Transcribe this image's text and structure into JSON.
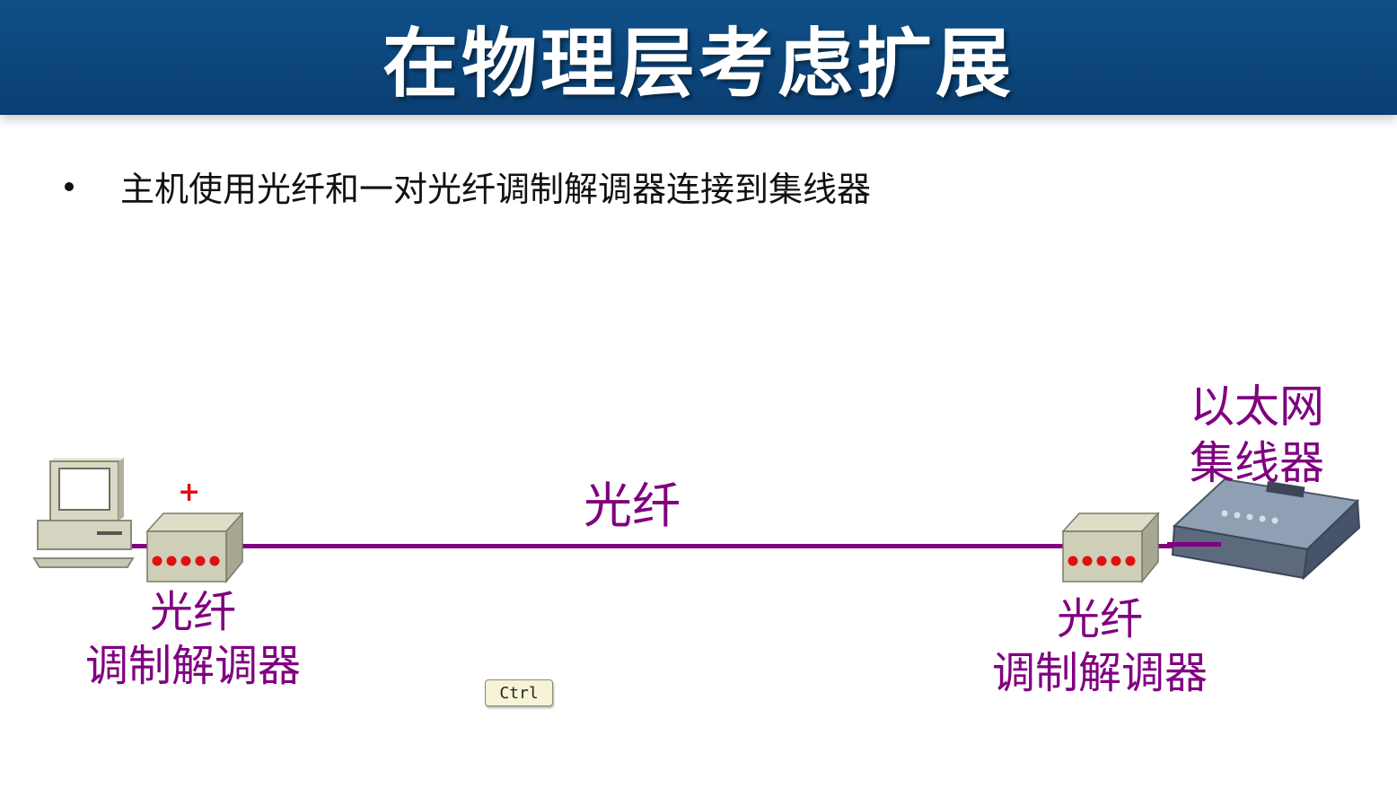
{
  "slide": {
    "title": "在物理层考虑扩展",
    "bullet": "主机使用光纤和一对光纤调制解调器连接到集线器"
  },
  "diagram": {
    "fiber_label": "光纤",
    "modem_left": {
      "line1": "光纤",
      "line2": "调制解调器"
    },
    "modem_right": {
      "line1": "光纤",
      "line2": "调制解调器"
    },
    "hub": {
      "line1": "以太网",
      "line2": "集线器"
    },
    "plus_marker": "+"
  },
  "overlay": {
    "ctrl_key": "Ctrl"
  },
  "colors": {
    "header_blue": "#0a3e72",
    "fiber_purple": "#800080",
    "modem_led_red": "#e01010"
  },
  "icons": [
    "computer-icon",
    "modem-icon",
    "hub-icon",
    "plus-icon"
  ]
}
